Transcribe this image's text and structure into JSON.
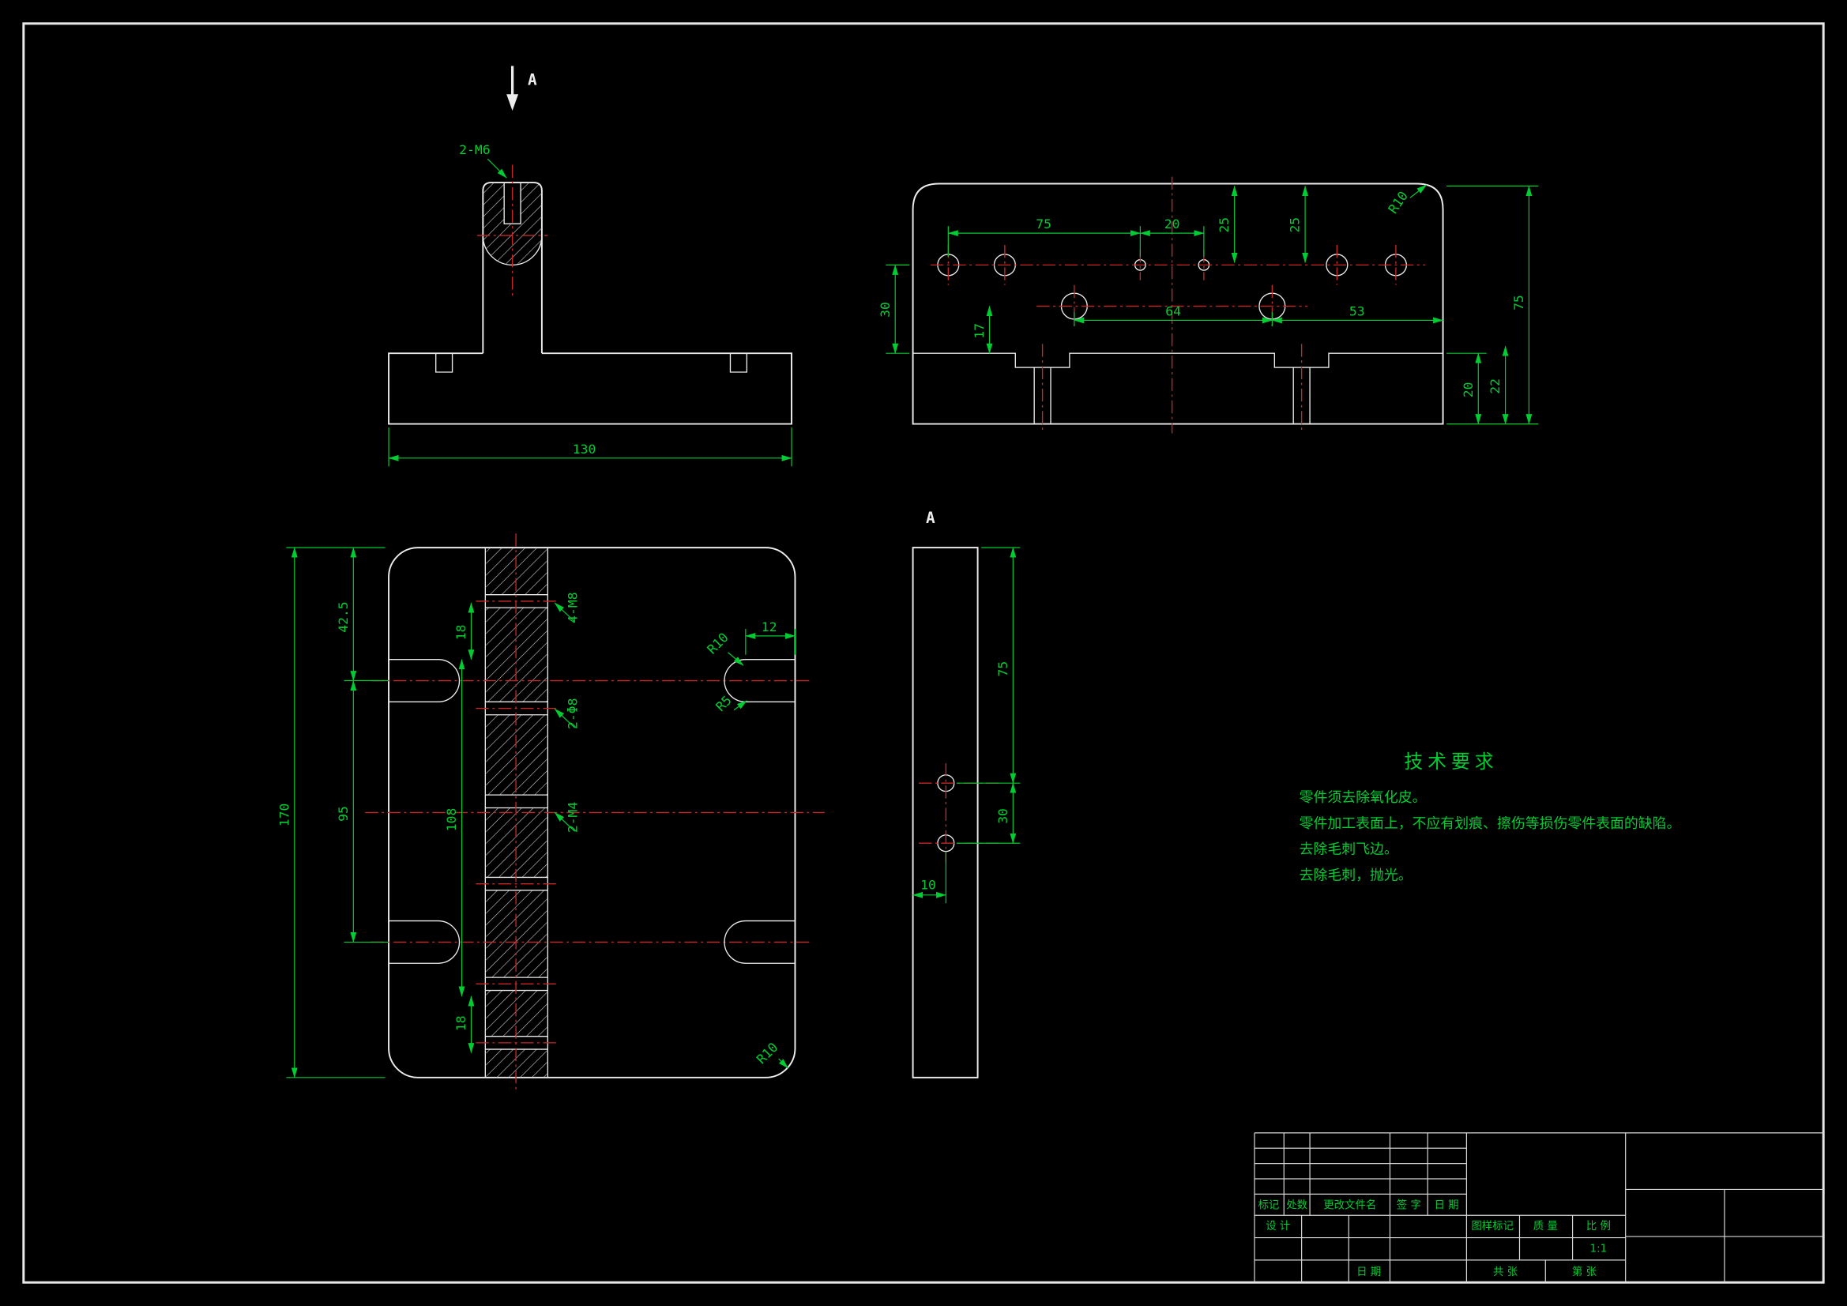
{
  "palette": {
    "background": "#000000",
    "outline": "#ececec",
    "dimension": "#00cc33",
    "centerline": "#c62828"
  },
  "front_view": {
    "section_arrow_label": "A",
    "thread_label": "2-M6",
    "dim_130": "130"
  },
  "side_view": {
    "dim_75_top": "75",
    "dim_20_top": "20",
    "dim_25_a": "25",
    "dim_25_b": "25",
    "dim_30": "30",
    "dim_17": "17",
    "dim_64": "64",
    "dim_53": "53",
    "dim_75_right": "75",
    "dim_20_bottom": "20",
    "dim_22": "22",
    "radius_label": "R10"
  },
  "plan_view": {
    "dim_42_5": "42.5",
    "dim_95": "95",
    "dim_170": "170",
    "dim_18_top": "18",
    "dim_108": "108",
    "dim_18_bottom": "18",
    "dim_12": "12",
    "label_4_m8": "4-M8",
    "label_2_phi8": "2-Φ8",
    "label_2_m4": "2-M4",
    "label_r10_slot": "R10",
    "label_r5": "R5",
    "label_r10_corner": "R10"
  },
  "section_view": {
    "view_label": "A",
    "dim_75": "75",
    "dim_30": "30",
    "dim_10": "10"
  },
  "tech_requirements": {
    "title": "技术要求",
    "lines": [
      "零件须去除氧化皮。",
      "零件加工表面上，不应有划痕、擦伤等损伤零件表面的缺陷。",
      "去除毛刺飞边。",
      "去除毛刺，抛光。"
    ]
  },
  "title_block": {
    "rev_headers": [
      "标记",
      "处数",
      "更改文件名",
      "签 字",
      "日 期"
    ],
    "design_label": "设 计",
    "date_label": "日 期",
    "stamp_header": "图样标记",
    "mass_header": "质 量",
    "scale_header": "比 例",
    "scale_value": "1:1",
    "sheet_total": "共 张",
    "sheet_index": "第 张"
  }
}
